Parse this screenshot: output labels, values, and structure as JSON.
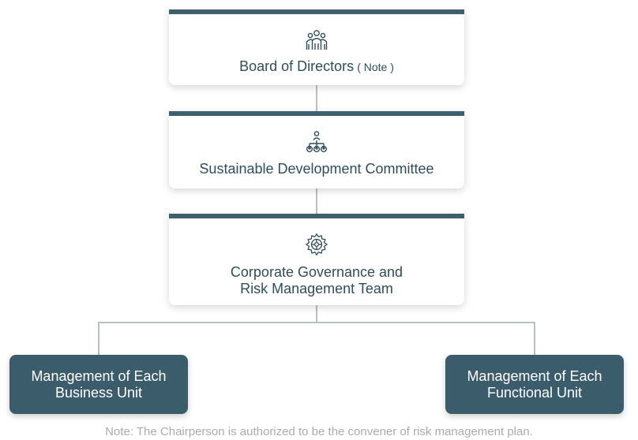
{
  "board": {
    "title": "Board of Directors",
    "note": "( Note )",
    "icon": "people-group-icon"
  },
  "committee": {
    "title": "Sustainable Development Committee",
    "icon": "hierarchy-icon"
  },
  "team": {
    "title_line1": "Corporate Governance and",
    "title_line2": "Risk Management Team",
    "icon": "gear-icon"
  },
  "units": {
    "business": {
      "line1": "Management of Each",
      "line2": "Business Unit"
    },
    "functional": {
      "line1": "Management of Each",
      "line2": "Functional Unit"
    }
  },
  "footnote": "Note: The Chairperson is authorized to be the convener of risk management plan.",
  "colors": {
    "accent": "#3e5f6d",
    "connector": "#b9c0c3",
    "unit_fill": "#3b5c6a",
    "note_text": "#a6adb1"
  }
}
